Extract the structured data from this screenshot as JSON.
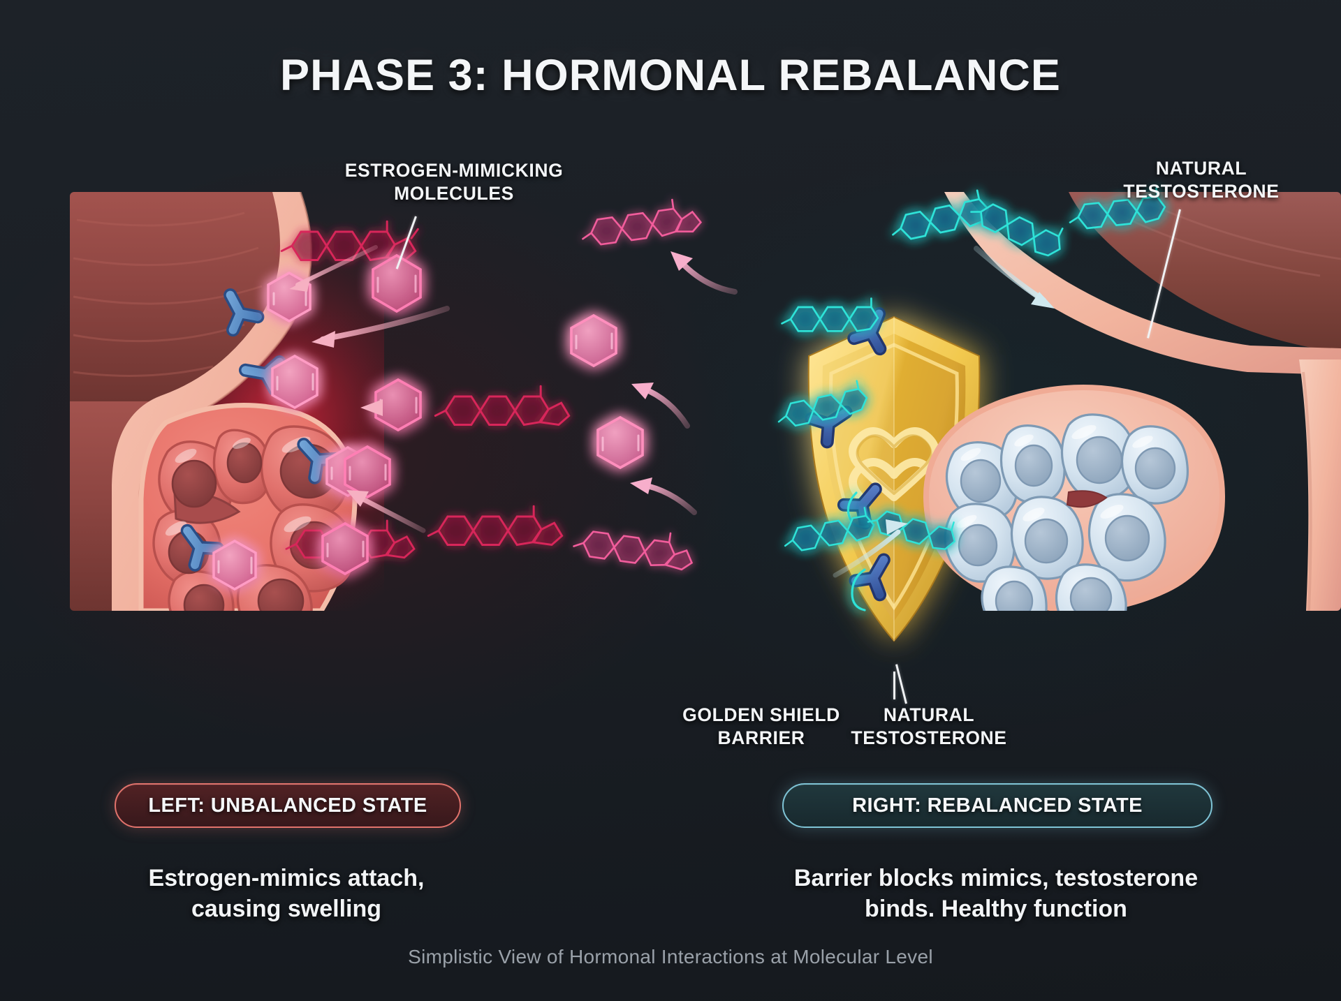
{
  "title": "PHASE 3: HORMONAL REBALANCE",
  "footer": "Simplistic View of Hormonal Interactions at Molecular Level",
  "background_color": "#1b2026",
  "callouts": {
    "estrogen_mimicking": "ESTROGEN-MIMICKING\nMOLECULES",
    "natural_testosterone_top": "NATURAL\nTESTOSTERONE",
    "golden_shield_barrier": "GOLDEN SHIELD\nBARRIER",
    "natural_testosterone_bottom": "NATURAL\nTESTOSTERONE"
  },
  "left_panel": {
    "badge": "LEFT: UNBALANCED STATE",
    "caption": "Estrogen-mimics attach,\ncausing swelling",
    "badge_border_color": "#e2736c",
    "badge_fill_color": "#56222433",
    "tissue_color": "#e8736a",
    "cell_fill": "#e5736b",
    "nucleus_color": "#9c4746",
    "receptor_color": "#5b8fc9",
    "molecule_color": "#e87ba4",
    "glow_color": "#ff1f3d",
    "state": "unbalanced",
    "receptor_count": 4,
    "bound_molecule_count": 4,
    "free_molecule_count": 4,
    "steroid_sketch_count": 5
  },
  "right_panel": {
    "badge": "RIGHT: REBALANCED STATE",
    "caption": "Barrier blocks mimics, testosterone\nbinds. Healthy function",
    "badge_border_color": "#7fc4d6",
    "badge_fill_color": "#213a3f33",
    "tissue_color": "#f0b3a0",
    "cell_fill": "#ccdcea",
    "nucleus_color": "#8fa6bd",
    "receptor_color": "#3f63a8",
    "testosterone_color": "#2fe3d8",
    "shield_color": "#f0c642",
    "shield_emblem": "celtic-knot",
    "state": "rebalanced",
    "receptor_count": 4,
    "bound_testosterone_count": 3,
    "deflected_mimic_count": 4,
    "incoming_testosterone_count": 4
  }
}
